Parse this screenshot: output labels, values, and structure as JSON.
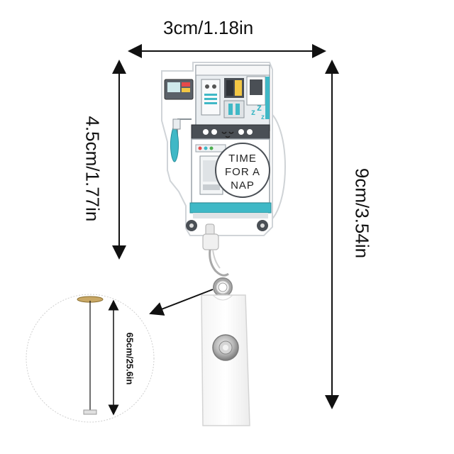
{
  "dimensions": {
    "width_label": "3cm/1.18in",
    "body_height_label": "4.5cm/1.77in",
    "total_height_label": "9cm/3.54in",
    "cord_length_label": "65cm/25.6in"
  },
  "badge": {
    "caption_lines": [
      "TIME",
      "FOR A",
      "NAP"
    ]
  },
  "colors": {
    "accent_teal": "#3fb8c6",
    "machine_gray": "#d8dde2",
    "dark_panel": "#4a4f55",
    "arrow": "#111111"
  }
}
